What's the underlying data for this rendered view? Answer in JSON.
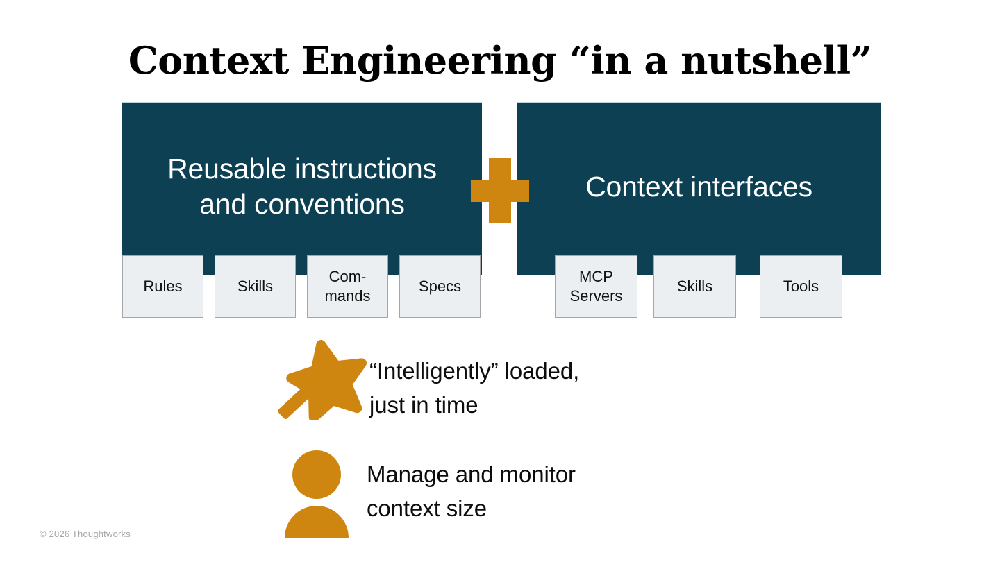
{
  "slide": {
    "title": "Context Engineering “in a nutshell”",
    "footer_copyright": "© 2026 Thoughtworks"
  },
  "colors": {
    "panel_dark": "#0d4052",
    "accent_orange": "#cf8611",
    "chip_fill": "#eceff1",
    "chip_border": "#a6a6a6",
    "text_dark": "#0d0d0d",
    "text_light": "#ffffff",
    "footer_gray": "#a6a6a6",
    "background": "#ffffff"
  },
  "panels": [
    {
      "id": "reusable-instructions",
      "label": "Reusable instructions\nand conventions",
      "chips": [
        {
          "label": "Rules"
        },
        {
          "label": "Skills"
        },
        {
          "label": "Com-\nmands"
        },
        {
          "label": "Specs"
        }
      ]
    },
    {
      "id": "context-interfaces",
      "label": "Context interfaces",
      "chips": [
        {
          "label": "MCP\nServers"
        },
        {
          "label": "Skills"
        },
        {
          "label": "Tools"
        }
      ]
    }
  ],
  "connector": {
    "icon": "plus-icon",
    "symbol": "+"
  },
  "bullets": [
    {
      "id": "intelligently-loaded",
      "icon": "magic-wand-icon",
      "text": "“Intelligently” loaded,\njust in time"
    },
    {
      "id": "manage-context-size",
      "icon": "person-icon",
      "text": "Manage and monitor\ncontext size"
    }
  ]
}
